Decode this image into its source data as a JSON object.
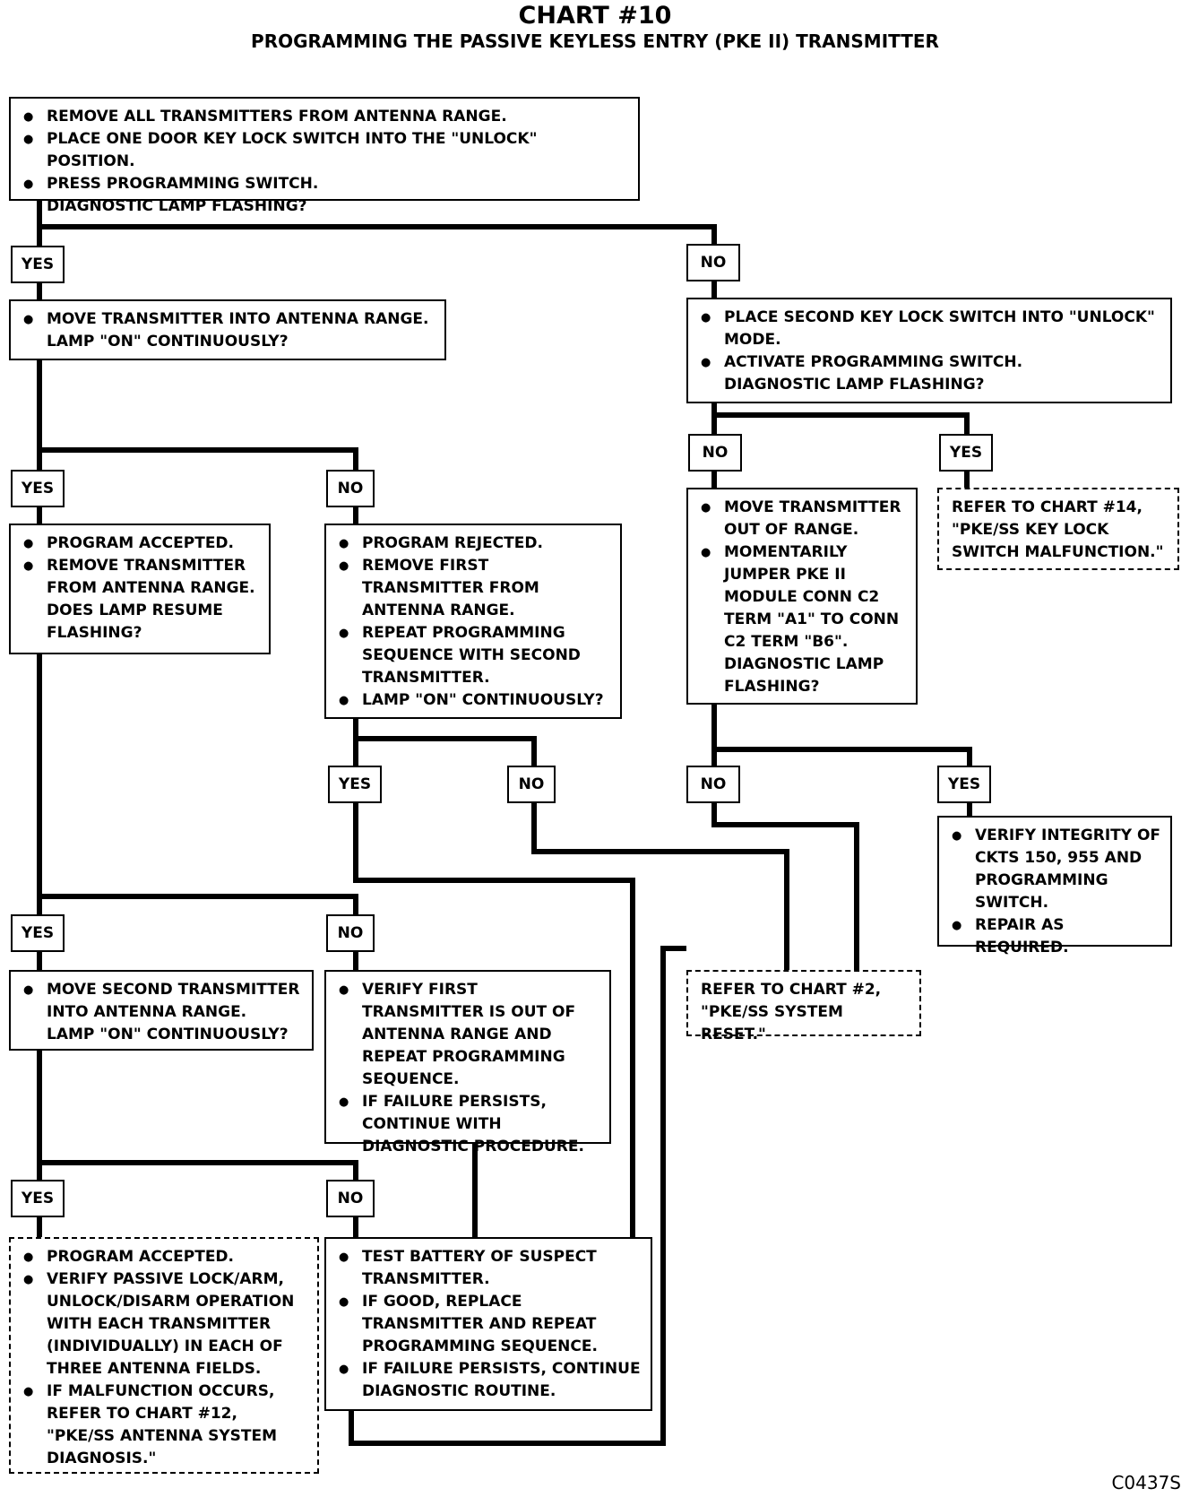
{
  "chart": {
    "title": "CHART #10",
    "subtitle": "PROGRAMMING THE PASSIVE KEYLESS ENTRY (PKE II) TRANSMITTER",
    "figure_code": "C0437S"
  },
  "nodes": {
    "start": [
      "REMOVE ALL TRANSMITTERS FROM ANTENNA RANGE.",
      "PLACE ONE DOOR KEY LOCK SWITCH INTO THE \"UNLOCK\" POSITION.",
      "PRESS PROGRAMMING SWITCH.",
      "DIAGNOSTIC LAMP FLASHING?"
    ],
    "move_tx": [
      "MOVE TRANSMITTER INTO ANTENNA RANGE.",
      "LAMP \"ON\" CONTINUOUSLY?"
    ],
    "second_switch": [
      "PLACE SECOND KEY LOCK SWITCH INTO \"UNLOCK\" MODE.",
      "ACTIVATE PROGRAMMING SWITCH.",
      "DIAGNOSTIC LAMP FLASHING?"
    ],
    "accepted1": [
      "PROGRAM ACCEPTED.",
      "REMOVE TRANSMITTER FROM ANTENNA RANGE.",
      "DOES LAMP RESUME FLASHING?"
    ],
    "rejected": [
      "PROGRAM REJECTED.",
      "REMOVE FIRST TRANSMITTER FROM ANTENNA RANGE.",
      "REPEAT PROGRAMMING SEQUENCE WITH SECOND TRANSMITTER.",
      "LAMP \"ON\" CONTINUOUSLY?"
    ],
    "jumper": [
      "MOVE TRANSMITTER OUT OF RANGE.",
      "MOMENTARILY JUMPER PKE II MODULE CONN C2 TERM \"A1\" TO CONN C2 TERM \"B6\".",
      "DIAGNOSTIC LAMP FLASHING?"
    ],
    "ref14": "REFER TO CHART #14, \"PKE/SS KEY LOCK SWITCH MALFUNCTION.\"",
    "verify_ckts": [
      "VERIFY INTEGRITY OF CKTS 150, 955 AND PROGRAMMING SWITCH.",
      "REPAIR AS REQUIRED."
    ],
    "second_tx": [
      "MOVE SECOND TRANSMITTER INTO ANTENNA RANGE.",
      "LAMP \"ON\" CONTINUOUSLY?"
    ],
    "verify_first": [
      "VERIFY FIRST TRANSMITTER IS OUT OF ANTENNA RANGE AND REPEAT PROGRAMMING SEQUENCE.",
      "IF FAILURE PERSISTS, CONTINUE WITH DIAGNOSTIC PROCEDURE."
    ],
    "ref2": "REFER TO CHART #2, \"PKE/SS SYSTEM RESET.\"",
    "accepted2": [
      "PROGRAM ACCEPTED.",
      "VERIFY PASSIVE LOCK/ARM, UNLOCK/DISARM OPERATION WITH EACH TRANSMITTER (INDIVIDUALLY) IN EACH OF THREE ANTENNA FIELDS.",
      "IF MALFUNCTION OCCURS, REFER TO CHART #12, \"PKE/SS ANTENNA SYSTEM DIAGNOSIS.\""
    ],
    "battery": [
      "TEST BATTERY OF SUSPECT TRANSMITTER.",
      "IF GOOD, REPLACE TRANSMITTER AND REPEAT PROGRAMMING SEQUENCE.",
      "IF FAILURE PERSISTS, CONTINUE DIAGNOSTIC ROUTINE."
    ]
  },
  "labels": {
    "yes": "YES",
    "no": "NO"
  }
}
